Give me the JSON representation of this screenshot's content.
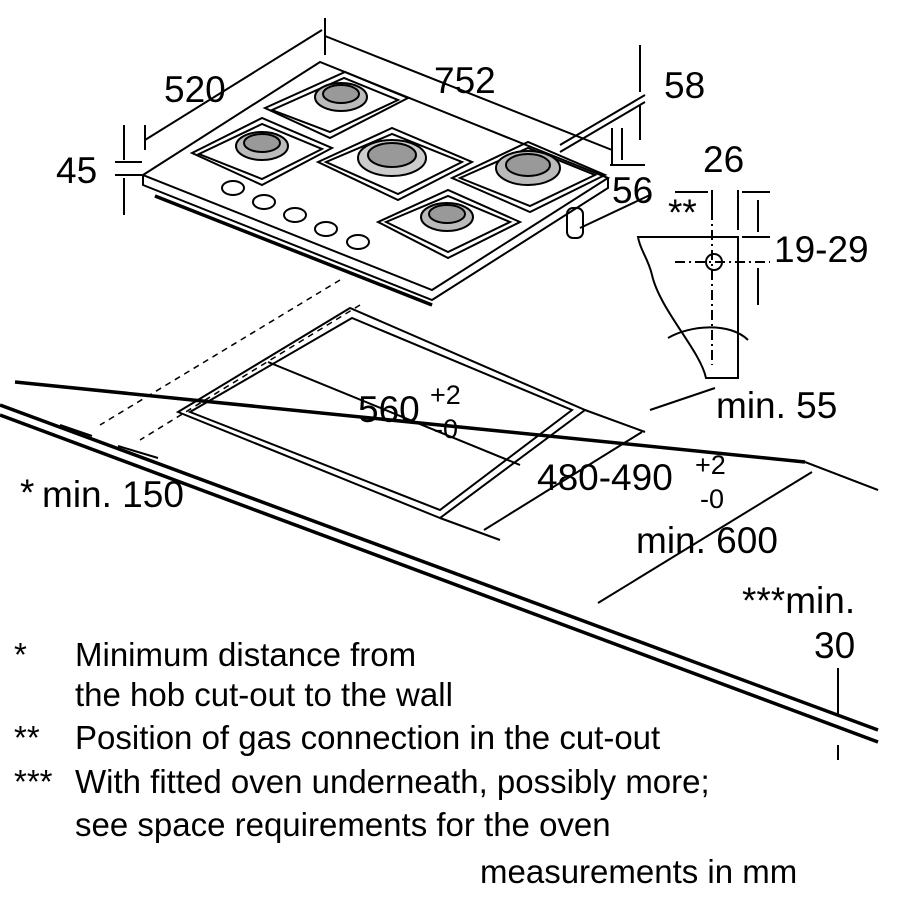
{
  "dimensions": {
    "hob_width": "752",
    "hob_depth": "520",
    "hob_height": "45",
    "gas_connection_depth_top": "58",
    "gas_connection_depth_side": "56",
    "gas_connection_offset": "26",
    "worktop_thickness_range": "19-29",
    "cutout_width": "560",
    "cutout_width_tol_plus": "+2",
    "cutout_width_tol_minus": "-0",
    "cutout_depth": "480-490",
    "cutout_depth_tol_plus": "+2",
    "cutout_depth_tol_minus": "-0",
    "min_front_edge": "min. 55",
    "min_worktop_depth": "min. 600",
    "min_wall_distance": "min. 150",
    "min_wall_marker": "*",
    "gas_marker": "**",
    "oven_clearance_label": "***min.",
    "oven_clearance_value": "30"
  },
  "notes": [
    {
      "marker": "*",
      "lines": [
        "Minimum distance from",
        "the hob cut-out to the wall"
      ]
    },
    {
      "marker": "**",
      "lines": [
        "Position of gas connection in the cut-out"
      ]
    },
    {
      "marker": "***",
      "lines": [
        "With fitted oven underneath, possibly more;",
        "see space requirements for the oven"
      ]
    }
  ],
  "units_note": "measurements in mm"
}
